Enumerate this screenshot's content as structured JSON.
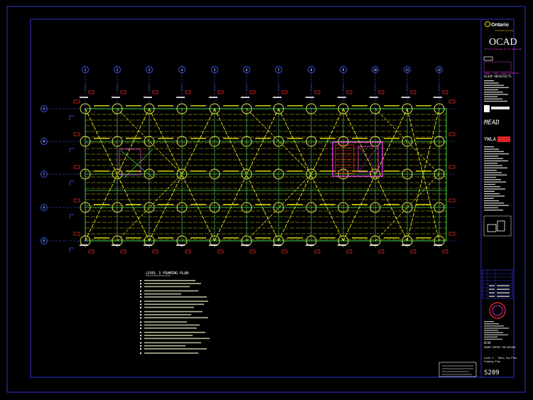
{
  "app": {
    "view": "model-space"
  },
  "title_block": {
    "client_logo": "Ontario",
    "client_sub": "Infrastructure",
    "school_logo": "OCAD",
    "school_sub": "Ontario College of Art & Design",
    "architect": "ALSOP ARCHITECTS",
    "architect2": "ROBBIE / YOUNG + WRIGHT ARCHITECTS",
    "consultant1": "MEAD",
    "consultant2": "YWLA",
    "project_line1": "OCAD",
    "project_line2": "SHARP CENTRE FOR DESIGN",
    "sheet_title1": "Level 3 - Table Top Plan",
    "sheet_title2": "Framing Plan",
    "sheet_number": "S209"
  },
  "plan": {
    "notes_heading": "LEVEL 3 FRAMING PLAN",
    "grid_columns": [
      "1",
      "2",
      "3",
      "4",
      "5",
      "6",
      "7",
      "8",
      "9",
      "10",
      "11",
      "12"
    ],
    "grid_rows": [
      "A",
      "B",
      "C",
      "D",
      "E"
    ]
  },
  "colors": {
    "background": "#000000",
    "border": "#2f2fd6",
    "grid": "#3fdc3f",
    "beams": "#f5f516",
    "columns": "#e8e84a",
    "bubbles": "#3a5cff",
    "magenta": "#ff3cff",
    "red": "#ff2a2a",
    "text": "#ffffff"
  }
}
